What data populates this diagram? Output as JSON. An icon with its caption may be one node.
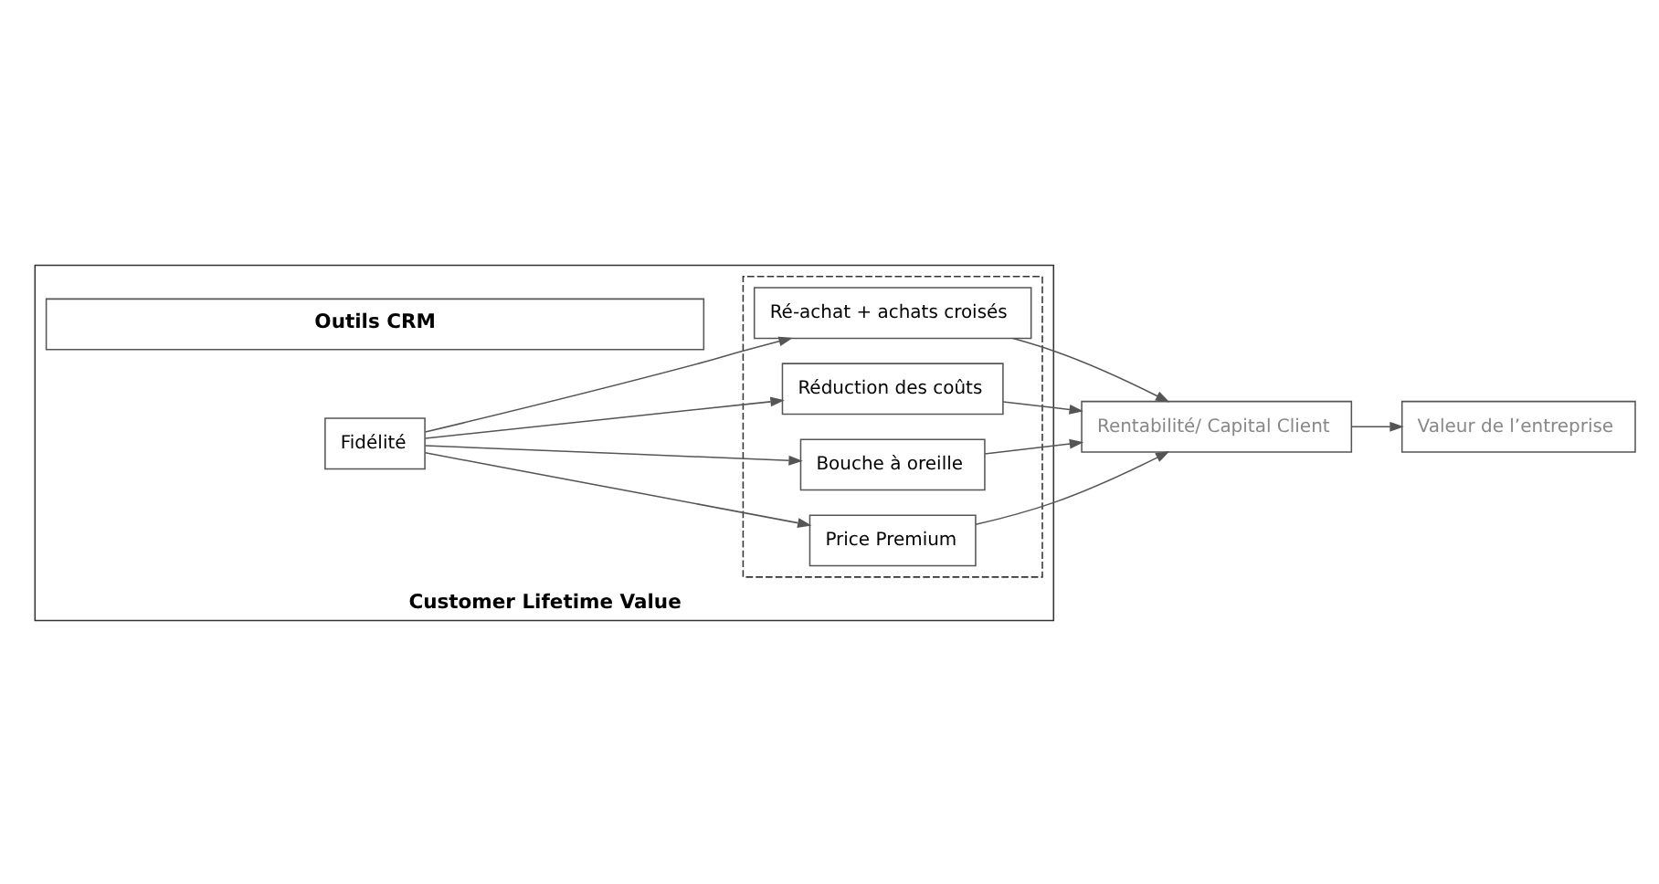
{
  "diagram": {
    "nodes": [
      {
        "text": [
          "Customer Lifetime Value"
        ]
      },
      {
        "text": [
          "Outils CRM"
        ],
        "in": 0
      },
      {
        "text": [
          "Fidélité"
        ],
        "in": 0
      },
      {
        "text": [],
        "shape": "box",
        "in": 0
      },
      {
        "text": [
          "Ré-achat + achats croisés"
        ],
        "in": 3
      },
      {
        "text": [
          "Réduction des coûts"
        ],
        "in": 3
      },
      {
        "text": [
          "Bouche à oreille"
        ],
        "in": 3
      },
      {
        "text": [
          "Price Premium"
        ],
        "in": 3
      },
      {
        "text": [
          "Rentabilité/ Capital Client"
        ]
      },
      {
        "text": [
          "Valeur de l’entreprise"
        ]
      }
    ],
    "edges": [
      {
        "from": 2,
        "to": 4,
        "arrow": "to"
      },
      {
        "from": 2,
        "to": 5,
        "arrow": "to"
      },
      {
        "from": 2,
        "to": 6,
        "arrow": "to"
      },
      {
        "from": 2,
        "to": 7,
        "arrow": "to"
      },
      {
        "from": 4,
        "to": 8,
        "arrow": "to"
      },
      {
        "from": 5,
        "to": 8,
        "arrow": "to"
      },
      {
        "from": 6,
        "to": 8,
        "arrow": "to"
      },
      {
        "from": 7,
        "to": 8,
        "arrow": "to"
      },
      {
        "from": 8,
        "to": 9,
        "arrow": "to"
      }
    ]
  }
}
